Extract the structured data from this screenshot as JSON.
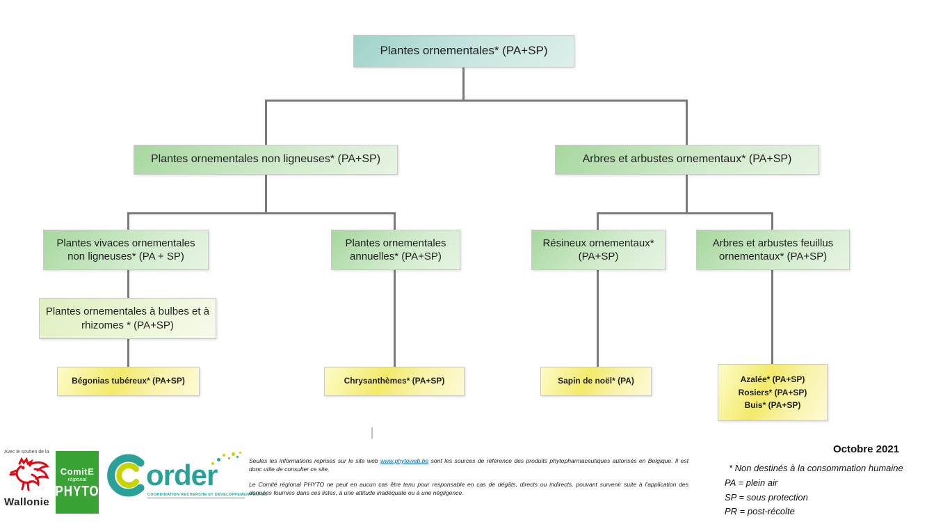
{
  "tree": {
    "root": "Plantes ornementales* (PA+SP)",
    "level2": [
      "Plantes ornementales non ligneuses* (PA+SP)",
      "Arbres et arbustes ornementaux* (PA+SP)"
    ],
    "level3": [
      "Plantes vivaces ornementales non ligneuses* (PA + SP)",
      "Plantes ornementales annuelles* (PA+SP)",
      "Résineux ornementaux* (PA+SP)",
      "Arbres et arbustes feuillus ornementaux* (PA+SP)"
    ],
    "level4": "Plantes ornementales à bulbes et à rhizomes * (PA+SP)",
    "leaf1": "Bégonias tubéreux* (PA+SP)",
    "leaf2": "Chrysanthèmes* (PA+SP)",
    "leaf3": "Sapin de noël* (PA)",
    "leaf4": [
      "Azalée* (PA+SP)",
      "Rosiers* (PA+SP)",
      "Buis* (PA+SP)"
    ]
  },
  "footer": {
    "wallonie": {
      "support": "Avec le soutien de la",
      "region": "Wallonie"
    },
    "phyto": {
      "line1": "ComitE",
      "line2": "régional",
      "line3": "PHYTO"
    },
    "corder": {
      "wordmark": "order",
      "tagline": "COORDINATION RECHERCHE ET DEVELOPPEMENT RURAL"
    },
    "disclaimer": {
      "p1_before": "Seules les informations reprises sur le site web ",
      "link": "www.phytoweb.be",
      "p1_after": " sont les sources de référence des produits phytopharmaceutiques autorisés en Belgique. Il est donc utile de consulter ce site.",
      "p2": "Le Comité régional PHYTO ne peut en aucun cas être tenu pour responsable en cas de dégâts, directs ou indirects, pouvant survenir suite à l’application des données fournies dans ces listes, à une attitude inadéquate ou à une négligence."
    },
    "date": "Octobre 2021",
    "legend": [
      "* Non destinés à la consommation humaine",
      "PA = plein air",
      "SP = sous protection",
      "PR = post-récolte"
    ]
  },
  "colors": {
    "root_box_teal": "#9ed2c9",
    "branch_box_green": "#a6d79e",
    "sub_box_lime": "#dff0c0",
    "leaf_box_yellow": "#f3ea6a",
    "connector_gray": "#7a7a7a",
    "phyto_green": "#3aa335",
    "corder_teal": "#2aa198",
    "corder_yellow": "#c6d400",
    "wallonie_red": "#e30613",
    "link_blue": "#0563c1"
  }
}
